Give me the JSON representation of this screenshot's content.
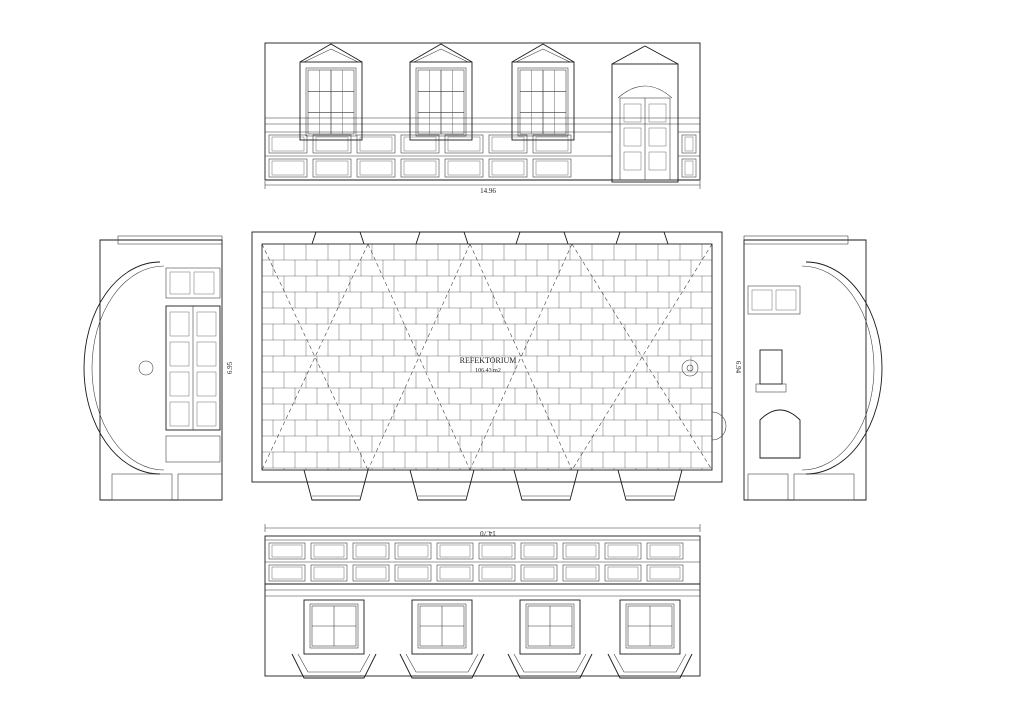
{
  "plan": {
    "room_name": "REFEKTORIUM",
    "room_area": "106.43 m2"
  },
  "dimensions": {
    "north_length": "14.96",
    "south_length": "14.70",
    "west_width": "6.95",
    "east_width": "6.94"
  },
  "colors": {
    "line": "#1a1a1a",
    "paper": "#ffffff"
  }
}
